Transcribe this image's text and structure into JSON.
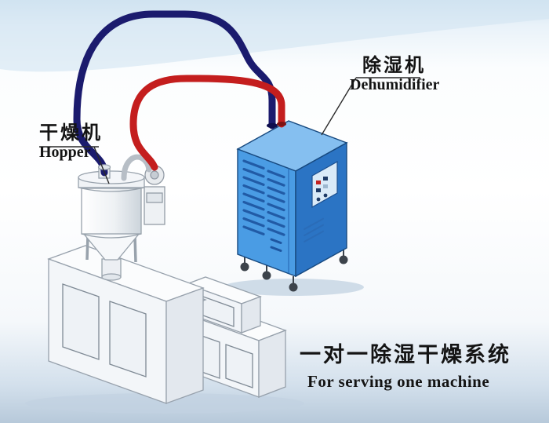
{
  "labels": {
    "hopper": {
      "cn": "干燥机",
      "en": "Hopper"
    },
    "dehumidifier": {
      "cn": "除湿机",
      "en": "Dehumidifier"
    }
  },
  "title": {
    "cn": "一对一除湿干燥系统",
    "en": "For serving one machine"
  },
  "colors": {
    "pipe_red": "#c41e1e",
    "pipe_blue": "#1b1b6e",
    "cabinet_front": "#4a9ce4",
    "cabinet_side": "#2b74c4",
    "cabinet_top": "#85bff0",
    "machine_body": "#f3f6f9",
    "background_top": "#d3e4f2",
    "background_bottom": "#b9cbdc",
    "outline": "#97a1ac"
  },
  "diagram": {
    "components": [
      "hopper-dryer",
      "extruder-machine",
      "dehumidifier-cabinet",
      "supply-pipe-red",
      "return-pipe-blue"
    ]
  }
}
